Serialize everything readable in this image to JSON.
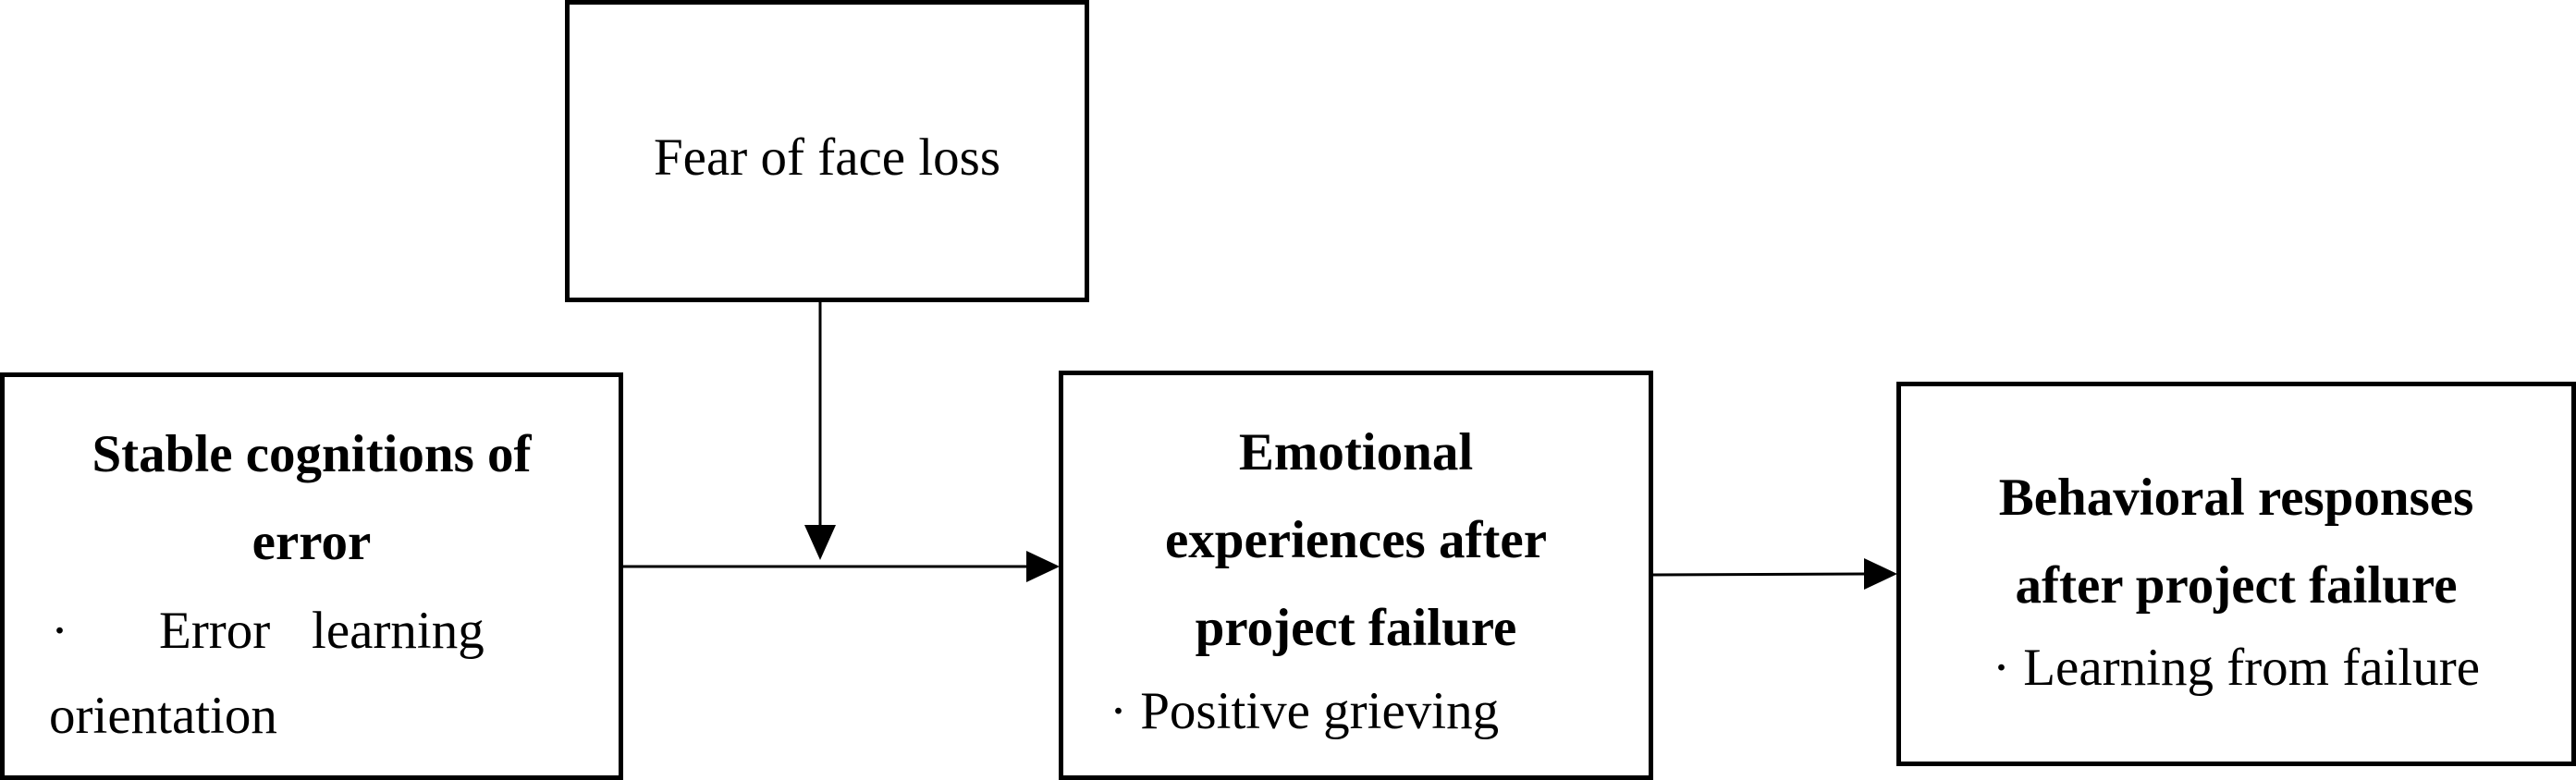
{
  "nodes": {
    "moderator": {
      "title": "Fear of face loss"
    },
    "antecedent": {
      "title_line1": "Stable cognitions of",
      "title_line2": "error",
      "item_bullet": "·",
      "item_word1": "Error",
      "item_word2": "learning",
      "item_line2": "orientation"
    },
    "mediator": {
      "title_line1": "Emotional",
      "title_line2": "experiences after",
      "title_line3": "project failure",
      "item": "· Positive grieving"
    },
    "outcome": {
      "title_line1": "Behavioral responses",
      "title_line2": "after project failure",
      "item": "· Learning from failure"
    }
  },
  "colors": {
    "stroke": "#000000",
    "background": "#ffffff"
  }
}
